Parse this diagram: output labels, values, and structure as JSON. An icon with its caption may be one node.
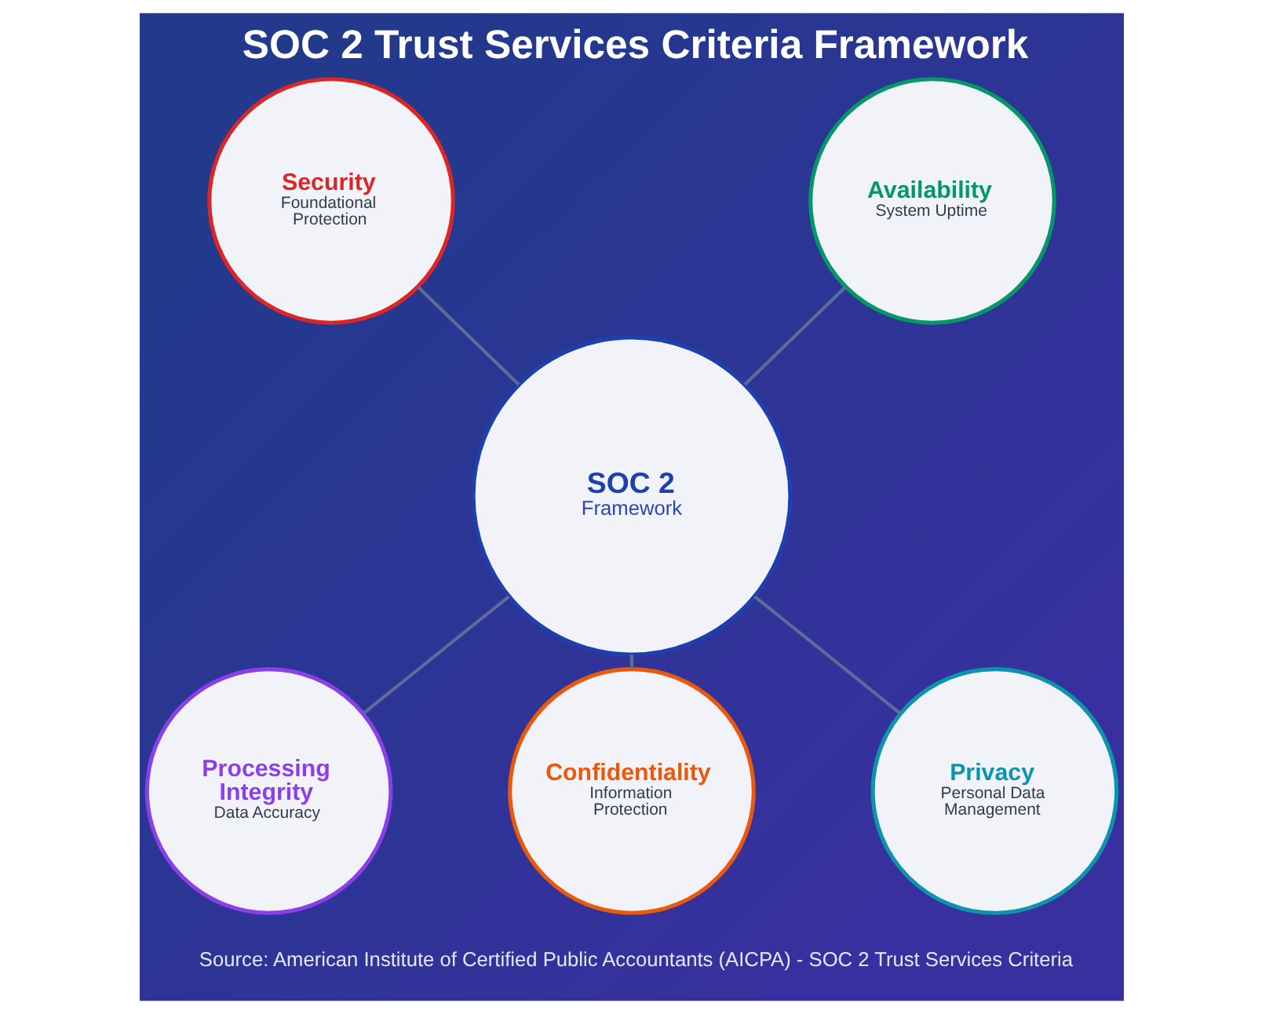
{
  "diagram": {
    "title": "SOC 2 Trust Services Criteria Framework",
    "caption": "Source: American Institute of Certified Public Accountants (AICPA) - SOC 2 Trust Services Criteria",
    "nodes": [
      {
        "text": [
          "Security",
          "Foundational Protection"
        ]
      },
      {
        "text": [
          "Availability",
          "System Uptime"
        ]
      },
      {
        "text": [
          "SOC 2",
          "Framework"
        ]
      },
      {
        "text": [
          "Processing Integrity",
          "Data Accuracy"
        ]
      },
      {
        "text": [
          "Confidentiality",
          "Information Protection"
        ]
      },
      {
        "text": [
          "Privacy",
          "Personal Data Management"
        ]
      }
    ],
    "edges": [
      {
        "from": 2,
        "to": 0,
        "arrow": "none"
      },
      {
        "from": 2,
        "to": 1,
        "arrow": "none"
      },
      {
        "from": 2,
        "to": 3,
        "arrow": "none"
      },
      {
        "from": 2,
        "to": 4,
        "arrow": "none"
      },
      {
        "from": 2,
        "to": 5,
        "arrow": "none"
      }
    ]
  }
}
